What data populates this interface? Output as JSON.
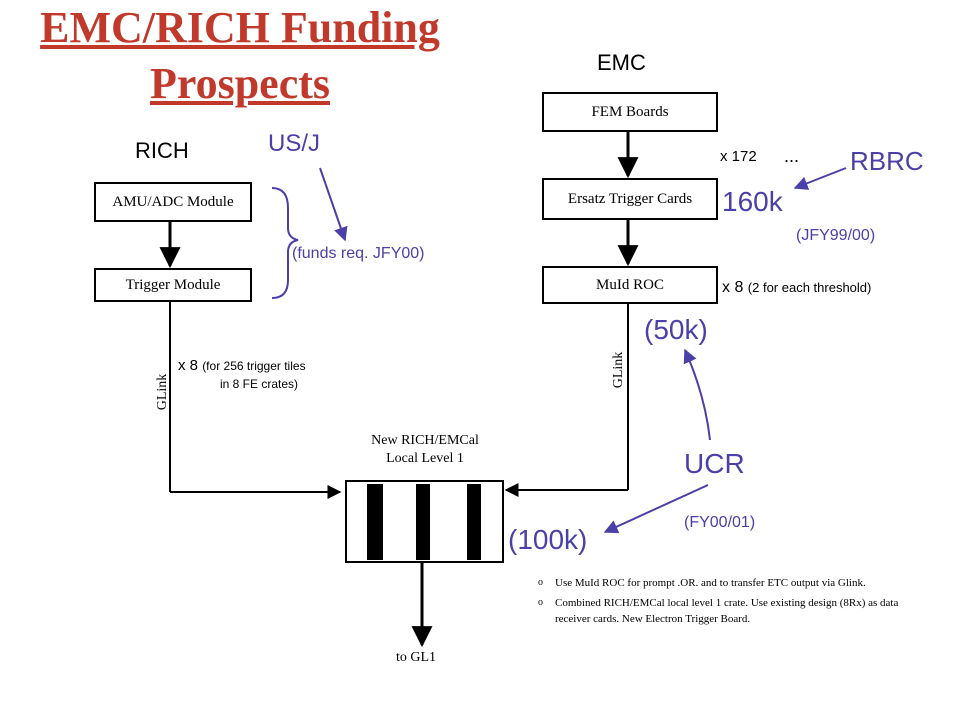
{
  "title": {
    "line1": "EMC/RICH Funding",
    "line2": "Prospects"
  },
  "rich": {
    "heading": "RICH",
    "amu_box": "AMU/ADC Module",
    "trigger_box": "Trigger Module",
    "glink": "GLink",
    "mult_x": "x 8",
    "mult_note_1": "(for 256 trigger tiles",
    "mult_note_2": "in 8 FE crates)"
  },
  "emc": {
    "heading": "EMC",
    "fem_box": "FEM Boards",
    "ersatz_box": "Ersatz Trigger Cards",
    "muid_box": "MuId  ROC",
    "glink": "GLink",
    "x172": "x 172",
    "dots": "...",
    "x8": "x 8",
    "x8_note": "(2 for each threshold)"
  },
  "funding": {
    "usj": "US/J",
    "usj_note": "(funds req. JFY00)",
    "rbrc": "RBRC",
    "amount_160k": "160k",
    "jfy99": "(JFY99/00)",
    "amount_50k": "(50k)",
    "ucr": "UCR",
    "fy00": "(FY00/01)",
    "amount_100k": "(100k)"
  },
  "lvl1": {
    "label_1": "New RICH/EMCal",
    "label_2": "Local Level 1",
    "to_gl1": "to GL1"
  },
  "notes": [
    {
      "bullet": "o",
      "text": "Use MuId ROC for prompt .OR.  and to transfer ETC output via Glink."
    },
    {
      "bullet": "o",
      "text": "Combined RICH/EMCal local level 1 crate. Use existing design (8Rx) as data receiver cards. New  Electron Trigger Board."
    }
  ],
  "colors": {
    "title": "#c0392b",
    "funding": "#4b3fa8",
    "lines": "#000000"
  }
}
